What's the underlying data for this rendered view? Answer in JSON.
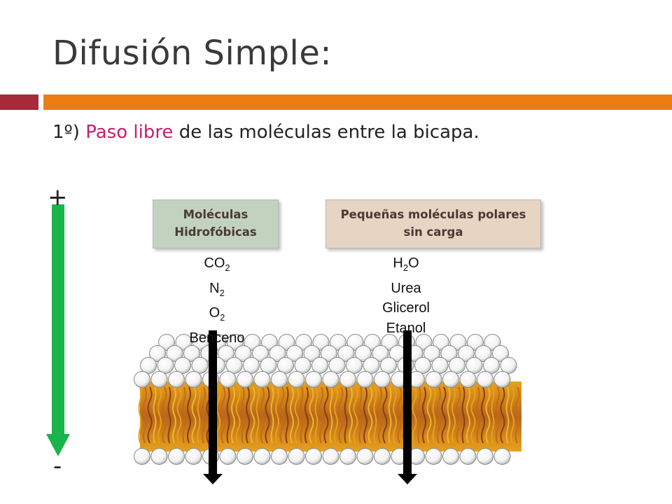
{
  "slide": {
    "title": "Difusión Simple:",
    "subtitle": {
      "prefix": "1º) ",
      "highlight": "Paso libre",
      "suffix": " de las moléculas entre la bicapa."
    }
  },
  "colors": {
    "accent_red": "#a52a3a",
    "accent_orange": "#ec7c14",
    "highlight_text": "#c81e6e",
    "gradient_arrow": "#19b44a",
    "box_hydrophobic": "#c3d2bf",
    "box_polar": "#e6d5c3"
  },
  "gradient": {
    "high_label": "+",
    "low_label": "-"
  },
  "groups": [
    {
      "label_line1": "Moléculas",
      "label_line2": "Hidrofóbicas",
      "molecules": [
        {
          "base": "CO",
          "sub": "2",
          "tail": ""
        },
        {
          "base": "N",
          "sub": "2",
          "tail": ""
        },
        {
          "base": "O",
          "sub": "2",
          "tail": ""
        },
        {
          "base": "Benceno",
          "sub": "",
          "tail": ""
        }
      ]
    },
    {
      "label_line1": "Pequeñas moléculas polares",
      "label_line2": "sin carga",
      "molecules": [
        {
          "base": "H",
          "sub": "2",
          "tail": "O"
        },
        {
          "base": "Urea",
          "sub": "",
          "tail": ""
        },
        {
          "base": "Glicerol",
          "sub": "",
          "tail": ""
        },
        {
          "base": "Etanol",
          "sub": "",
          "tail": ""
        }
      ]
    }
  ]
}
